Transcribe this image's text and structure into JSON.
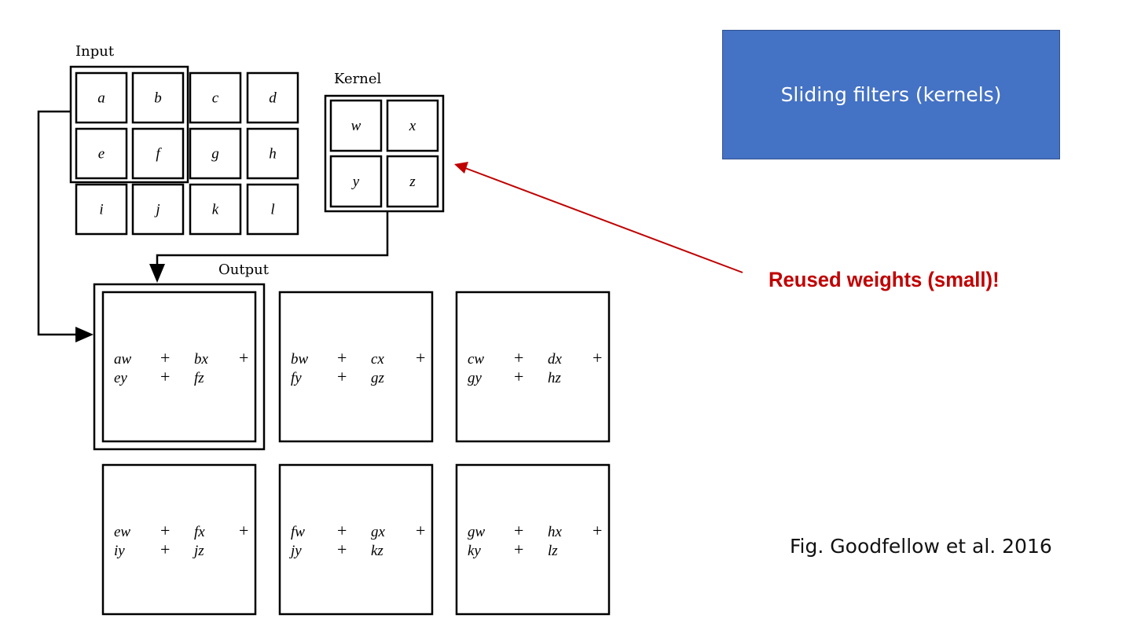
{
  "diagram": {
    "input": {
      "label": "Input",
      "cells": [
        [
          "a",
          "b",
          "c",
          "d"
        ],
        [
          "e",
          "f",
          "g",
          "h"
        ],
        [
          "i",
          "j",
          "k",
          "l"
        ]
      ]
    },
    "kernel": {
      "label": "Kernel",
      "cells": [
        [
          "w",
          "x"
        ],
        [
          "y",
          "z"
        ]
      ]
    },
    "output": {
      "label": "Output",
      "cells": [
        [
          {
            "t1": "aw",
            "t2": "bx",
            "t3": "ey",
            "t4": "fz"
          },
          {
            "t1": "bw",
            "t2": "cx",
            "t3": "fy",
            "t4": "gz"
          },
          {
            "t1": "cw",
            "t2": "dx",
            "t3": "gy",
            "t4": "hz"
          }
        ],
        [
          {
            "t1": "ew",
            "t2": "fx",
            "t3": "iy",
            "t4": "jz"
          },
          {
            "t1": "fw",
            "t2": "gx",
            "t3": "jy",
            "t4": "kz"
          },
          {
            "t1": "gw",
            "t2": "hx",
            "t3": "ky",
            "t4": "lz"
          }
        ]
      ],
      "operator": "+"
    }
  },
  "title_box": {
    "text": "Sliding filters (kernels)",
    "color": "#4472c4"
  },
  "annotation": {
    "text": "Reused weights (small)!",
    "color": "#c00000"
  },
  "citation": "Fig. Goodfellow et al. 2016"
}
